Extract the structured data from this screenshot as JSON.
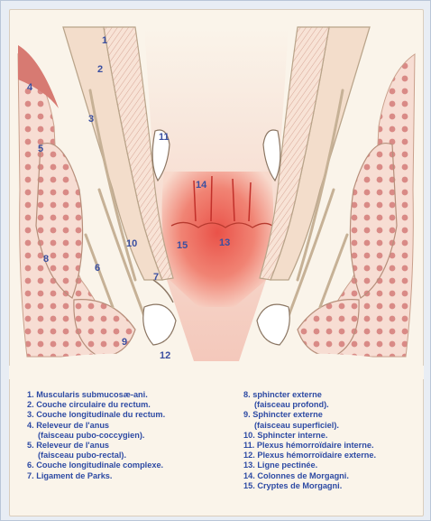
{
  "colors": {
    "paper": "#faf4ea",
    "label_blue": "#3a4fa0",
    "mucosa_red": "#e8433a",
    "fat_pink": "#f2c6bf",
    "muscle_fill": "#f6dccd",
    "outline": "#b9a48a"
  },
  "diagram_labels": {
    "n1": "1",
    "n2": "2",
    "n3": "3",
    "n4": "4",
    "n5": "5",
    "n6": "6",
    "n7": "7",
    "n8": "8",
    "n9": "9",
    "n10": "10",
    "n11": "11",
    "n12": "12",
    "n13": "13",
    "n14": "14",
    "n15": "15"
  },
  "legend_left": [
    "1. Muscularis submucosæ-ani.",
    "2. Couche circulaire du rectum.",
    "3. Couche longitudinale du rectum.",
    "4. Releveur de l'anus",
    "(faisceau pubo-coccygien).",
    "5. Releveur de l'anus",
    "(faisceau pubo-rectal).",
    "6. Couche longitudinale complexe.",
    "7. Ligament de Parks."
  ],
  "legend_right": [
    "8. sphincter externe",
    "(faisceau profond).",
    "9. Sphincter externe",
    "(faisceau superficiel).",
    "10. Sphincter interne.",
    "11. Plexus hémorroïdaire interne.",
    "12. Plexus hémorroïdaire externe.",
    "13. Ligne pectinée.",
    "14. Colonnes de Morgagni.",
    "15. Cryptes de Morgagni."
  ]
}
